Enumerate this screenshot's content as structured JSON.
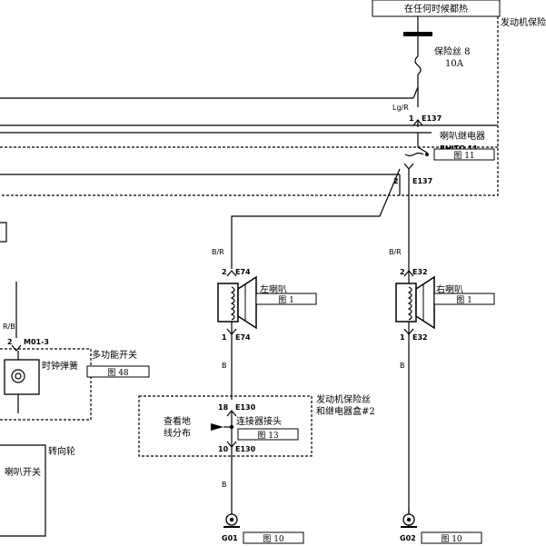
{
  "power": {
    "always_hot": "在任何时候都热"
  },
  "engine_box": {
    "label": "发动机保险丝"
  },
  "fuse": {
    "name": "保险丝 8",
    "rating": "10A"
  },
  "relay": {
    "wire_color_in": "Lg/R",
    "pin_in": "1",
    "conn_in": "E137",
    "name": "喇叭继电器",
    "ref": "图 11",
    "pin_out": "2",
    "conn_out": "E137"
  },
  "left_horn": {
    "wire_color_top": "B/R",
    "pin_top": "2",
    "conn_top": "E74",
    "name": "左喇叭",
    "ref": "图 1",
    "pin_bottom": "1",
    "conn_bottom": "E74",
    "wire_color_bottom": "B"
  },
  "right_horn": {
    "wire_color_top": "B/R",
    "pin_top": "2",
    "conn_top": "E32",
    "name": "右喇叭",
    "ref": "图 1",
    "pin_bottom": "1",
    "conn_bottom": "E32",
    "wire_color_bottom": "B"
  },
  "multifunction": {
    "wire_color": "R/B",
    "pin": "2",
    "conn": "M01-3",
    "name": "多功能开关",
    "clock_spring": "时钟弹簧",
    "ref": "图 48"
  },
  "steering": {
    "wheel": "转向轮",
    "horn_switch": "喇叭开关"
  },
  "connector_block": {
    "name_line1": "发动机保险丝",
    "name_line2": "和继电器盒#2",
    "pin_top": "18",
    "conn_top": "E130",
    "pin_bottom": "10",
    "conn_bottom": "E130",
    "check_line1": "查看地",
    "check_line2": "线分布",
    "connector_label": "连接器接头",
    "ref": "图 13",
    "wire_color_bottom": "B"
  },
  "grounds": [
    {
      "id": "G01",
      "ref": "图 10"
    },
    {
      "id": "G02",
      "ref": "图 10"
    }
  ]
}
